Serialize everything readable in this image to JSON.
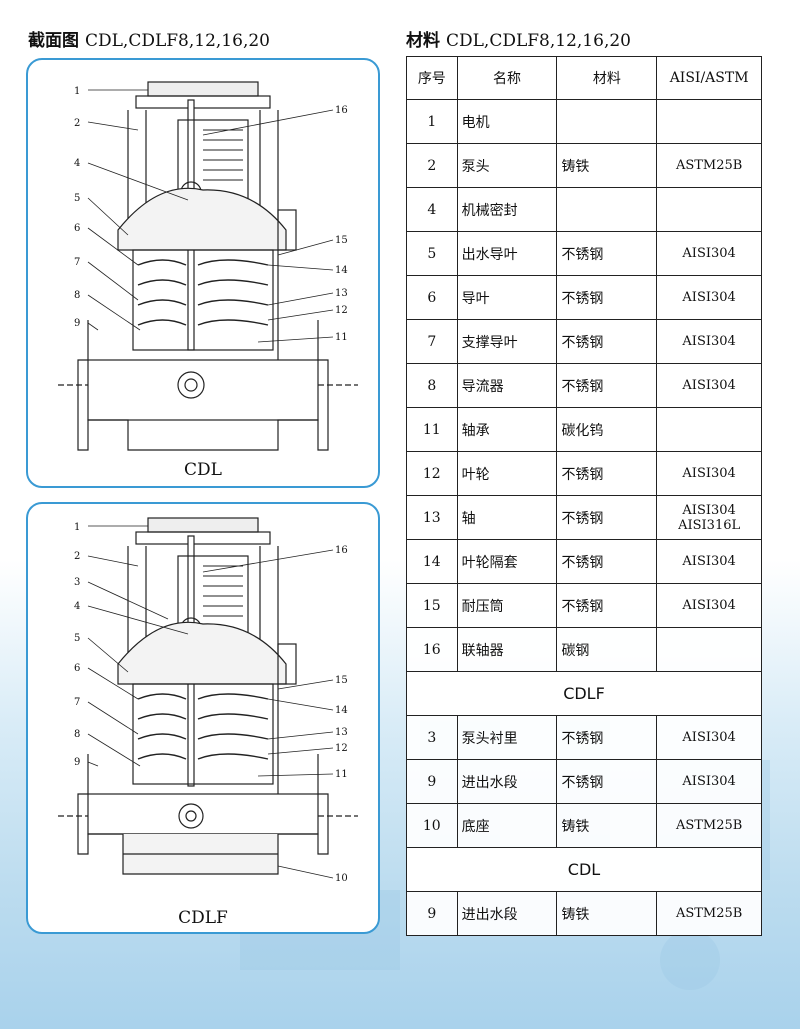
{
  "left_heading": {
    "zh": "截面图",
    "models": "CDL,CDLF8,12,16,20"
  },
  "right_heading": {
    "zh": "材料",
    "models": "CDL,CDLF8,12,16,20"
  },
  "panels": [
    {
      "label": "CDL",
      "callouts_left": [
        "1",
        "2",
        "4",
        "5",
        "6",
        "7",
        "8",
        "9"
      ],
      "callouts_right": [
        "16",
        "15",
        "14",
        "13",
        "12",
        "11"
      ]
    },
    {
      "label": "CDLF",
      "callouts_left": [
        "1",
        "2",
        "3",
        "4",
        "5",
        "6",
        "7",
        "8",
        "9"
      ],
      "callouts_right": [
        "16",
        "15",
        "14",
        "13",
        "12",
        "11",
        "10"
      ]
    }
  ],
  "table": {
    "headers": [
      "序号",
      "名称",
      "材料",
      "AISI/ASTM"
    ],
    "rows": [
      {
        "no": "1",
        "name": "电机",
        "material": "",
        "std": ""
      },
      {
        "no": "2",
        "name": "泵头",
        "material": "铸铁",
        "std": "ASTM25B"
      },
      {
        "no": "4",
        "name": "机械密封",
        "material": "",
        "std": ""
      },
      {
        "no": "5",
        "name": "出水导叶",
        "material": "不锈钢",
        "std": "AISI304"
      },
      {
        "no": "6",
        "name": "导叶",
        "material": "不锈钢",
        "std": "AISI304"
      },
      {
        "no": "7",
        "name": "支撑导叶",
        "material": "不锈钢",
        "std": "AISI304"
      },
      {
        "no": "8",
        "name": "导流器",
        "material": "不锈钢",
        "std": "AISI304"
      },
      {
        "no": "11",
        "name": "轴承",
        "material": "碳化钨",
        "std": ""
      },
      {
        "no": "12",
        "name": "叶轮",
        "material": "不锈钢",
        "std": "AISI304"
      },
      {
        "no": "13",
        "name": "轴",
        "material": "不锈钢",
        "std": "AISI304",
        "std2": "AISI316L"
      },
      {
        "no": "14",
        "name": "叶轮隔套",
        "material": "不锈钢",
        "std": "AISI304"
      },
      {
        "no": "15",
        "name": "耐压筒",
        "material": "不锈钢",
        "std": "AISI304"
      },
      {
        "no": "16",
        "name": "联轴器",
        "material": "碳钢",
        "std": ""
      }
    ],
    "section_cdlf": "CDLF",
    "rows_cdlf": [
      {
        "no": "3",
        "name": "泵头衬里",
        "material": "不锈钢",
        "std": "AISI304"
      },
      {
        "no": "9",
        "name": "进出水段",
        "material": "不锈钢",
        "std": "AISI304"
      },
      {
        "no": "10",
        "name": "底座",
        "material": "铸铁",
        "std": "ASTM25B"
      }
    ],
    "section_cdl": "CDL",
    "rows_cdl": [
      {
        "no": "9",
        "name": "进出水段",
        "material": "铸铁",
        "std": "ASTM25B"
      }
    ]
  },
  "colors": {
    "panel_border": "#3a9ad4",
    "background_wash": "#bcdcef"
  }
}
